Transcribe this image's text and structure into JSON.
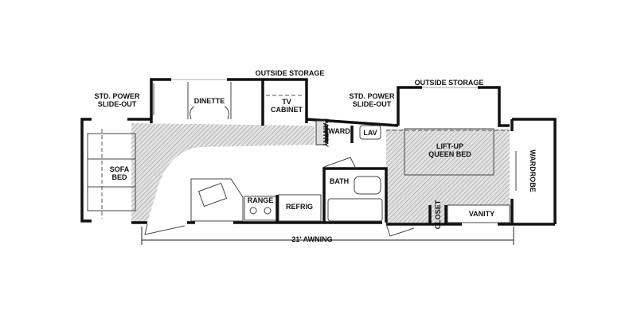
{
  "floorplan": {
    "labels": {
      "left_slideout": {
        "line1": "STD. POWER",
        "line2": "SLIDE-OUT"
      },
      "right_slideout": {
        "line1": "STD. POWER",
        "line2": "SLIDE-OUT"
      },
      "outside_storage_left": "OUTSIDE STORAGE",
      "outside_storage_right": "OUTSIDE STORAGE",
      "dinette": "DINETTE",
      "tv_cabinet": {
        "line1": "TV",
        "line2": "CABINET"
      },
      "pantry": "PANTRY",
      "ward": "WARD",
      "lav": "LAV",
      "sofa_bed": {
        "line1": "SOFA",
        "line2": "BED"
      },
      "range": "RANGE",
      "refrig": "REFRIG",
      "bath": "BATH",
      "queen_bed": {
        "line1": "LIFT-UP",
        "line2": "QUEEN BED"
      },
      "closet": "CLOSET",
      "vanity": "VANITY",
      "wardrobe": "WARDROBE",
      "awning": "21' AWNING"
    },
    "colors": {
      "walls": "#111111",
      "floor_hatch": "#9a9a9a"
    }
  }
}
